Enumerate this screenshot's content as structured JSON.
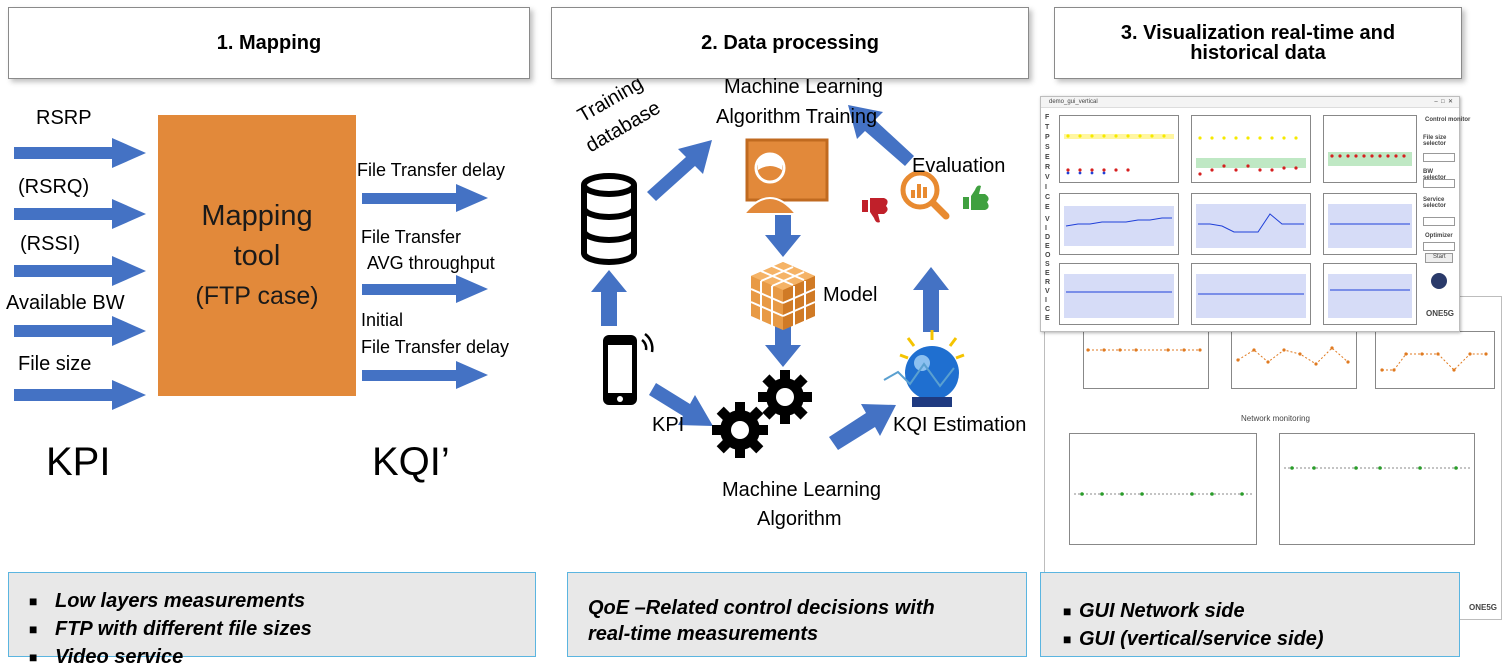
{
  "headers": {
    "mapping": "1. Mapping",
    "processing": "2. Data processing",
    "visualization_line1": "3. Visualization real-time and",
    "visualization_line2": "historical data"
  },
  "mapping": {
    "inputs": [
      "RSRP",
      "(RSRQ)",
      "(RSSI)",
      "Available BW",
      "File size"
    ],
    "tool_line1": "Mapping",
    "tool_line2": "tool",
    "tool_line3": "(FTP case)",
    "outputs": [
      "File Transfer delay",
      "File Transfer",
      "AVG throughput",
      "Initial",
      "File Transfer delay"
    ],
    "kpi_label": "KPI",
    "kqi_label": "KQI’"
  },
  "processing": {
    "training_title_line1": "Machine Learning",
    "training_title_line2": "Algorithm Training",
    "training_db_line1": "Training",
    "training_db_line2": "database",
    "evaluation": "Evaluation",
    "model": "Model",
    "kpi": "KPI",
    "kqi_estimation": "KQI Estimation",
    "algorithm_line1": "Machine Learning",
    "algorithm_line2": "Algorithm"
  },
  "gui": {
    "window_title": "demo_gui_vertical",
    "ftp_side": "F T P S E R V I C E",
    "video_side": "V I D E O S E R V I C E",
    "network_title": "Network monitoring",
    "control_title": "Control monitor",
    "file_size_selector": "File size selector",
    "bw_selector": "BW selector",
    "service_selector": "Service selector",
    "optimizer": "Optimizer",
    "start": "Start",
    "logo": "ONE5G",
    "colors": {
      "yellow": "#f5e900",
      "red": "#d62020",
      "blue": "#1f3fd8",
      "green": "#2a9d2a",
      "orange": "#e07a20",
      "band_blue": "#d6dcf7",
      "band_green": "#bfe8c4"
    }
  },
  "bottom": {
    "left": [
      "Low layers measurements",
      "FTP with different file sizes",
      "Video service"
    ],
    "middle_line1": "QoE –Related control decisions with",
    "middle_line2": "real-time measurements",
    "right": [
      "GUI Network side",
      "GUI (vertical/service side)"
    ]
  },
  "colors": {
    "arrow_blue": "#4472c4",
    "mapping_orange": "#e2893a",
    "thumb_red": "#c0202a",
    "thumb_green": "#3fa03f",
    "magnifier_orange": "#e88a30"
  }
}
